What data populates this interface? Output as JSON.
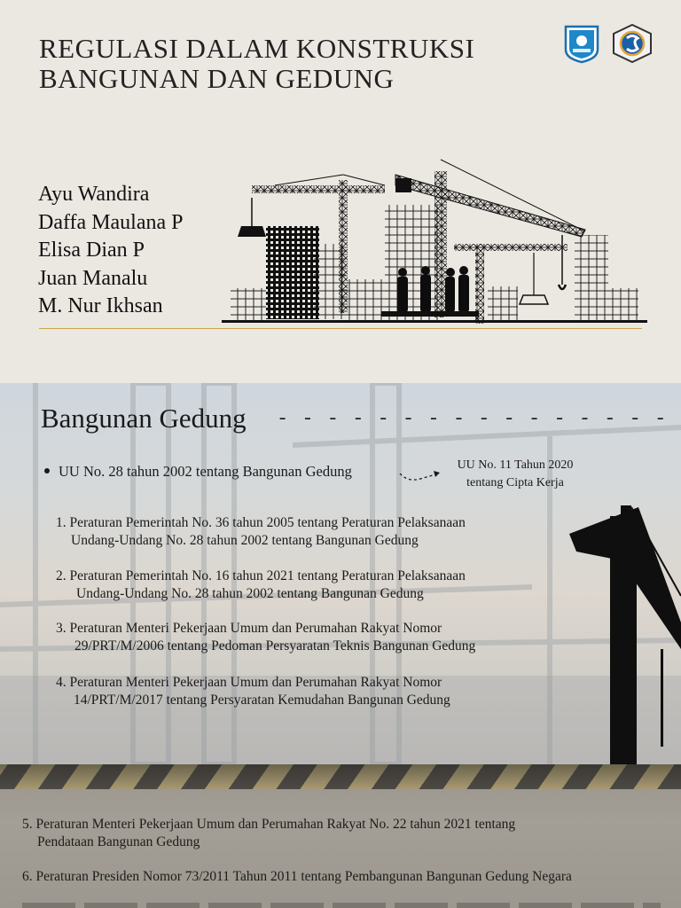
{
  "cover": {
    "title_lines": [
      "REGULASI DALAM KONSTRUKSI",
      "BANGUNAN DAN GEDUNG"
    ],
    "authors": [
      "Ayu Wandira",
      "Daffa Maulana P",
      "Elisa Dian P",
      "Juan Manalu",
      "M. Nur Ikhsan"
    ],
    "accent_color": "#c9a64a"
  },
  "section": {
    "heading": "Bangunan Gedung",
    "dashes": "- - - - - - - - - - - - - - - - - - - - - - - - - -",
    "main_law": "UU No. 28 tahun 2002 tentang Bangunan Gedung",
    "amendment_lines": [
      "UU No. 11 Tahun 2020",
      "tentang Cipta Kerja"
    ],
    "regulations": [
      {
        "lines": [
          "1.  Peraturan  Pemerintah  No.  36  tahun  2005  tentang  Peraturan  Pelaksanaan",
          "Undang-Undang No. 28 tahun 2002 tentang Bangunan Gedung"
        ]
      },
      {
        "lines": [
          "2.  Peraturan Pemerintah No. 16 tahun 2021 tentang Peraturan Pelaksanaan",
          "Undang-Undang No. 28 tahun 2002 tentang Bangunan Gedung"
        ]
      },
      {
        "lines": [
          "3.  Peraturan Menteri Pekerjaan Umum dan Perumahan Rakyat Nomor",
          "29/PRT/M/2006 tentang Pedoman Persyaratan Teknis Bangunan Gedung"
        ]
      },
      {
        "lines": [
          "4.  Peraturan Menteri Pekerjaan Umum dan Perumahan Rakyat Nomor",
          "14/PRT/M/2017 tentang Persyaratan Kemudahan Bangunan Gedung"
        ]
      }
    ]
  },
  "continued": [
    {
      "lines": [
        "5. Peraturan Menteri Pekerjaan Umum dan Perumahan Rakyat No. 22 tahun 2021 tentang",
        "Pendataan Bangunan Gedung"
      ]
    },
    {
      "lines": [
        "6. Peraturan Presiden Nomor 73/2011 Tahun 2011 tentang Pembangunan Bangunan Gedung Negara"
      ]
    }
  ]
}
